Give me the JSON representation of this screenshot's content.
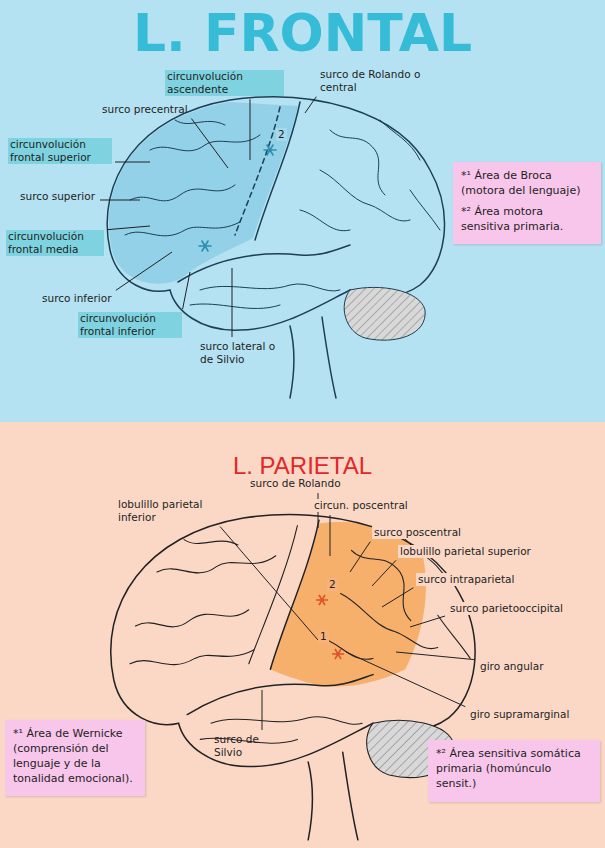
{
  "diagram": {
    "nodes": [
      {
        "text": [
          "L. FRONTAL"
        ]
      },
      {
        "text": [
          "*¹ Área de Broca (motora del lenguaje)",
          "*² Área motora sensitiva primaria."
        ],
        "in": 0
      },
      {
        "text": [
          "L. PARIETAL"
        ]
      },
      {
        "text": [
          "*¹ Área de Wernicke (comprensión del lenguaje y de la tonalidad emocional)."
        ],
        "in": 2
      },
      {
        "text": [
          "*² Área sensitiva somática primaria (homúnculo sensit.)"
        ],
        "in": 2
      }
    ],
    "labels": [
      "circunvolución ascendente",
      "surco precentral",
      "surco de Rolando o central",
      "circunvolución frontal superior",
      "surco superior",
      "circunvolución frontal media",
      "surco inferior",
      "circunvolución frontal inferior",
      "surco lateral o de Silvio",
      "2",
      "lobulillo parietal inferior",
      "surco de Rolando",
      "circun. poscentral",
      "surco poscentral",
      "lobulillo parietal superior",
      "surco intraparietal",
      "surco parietooccipital",
      "giro angular",
      "giro supramarginal",
      "surco de Silvio",
      "2",
      "1"
    ]
  }
}
